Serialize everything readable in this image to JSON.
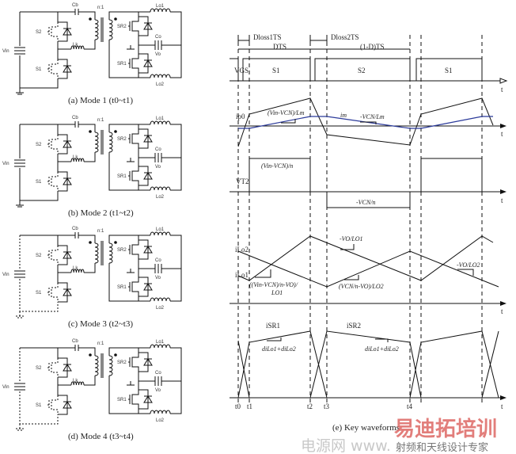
{
  "circuit_labels": {
    "cb": "Cb",
    "n": "n:1",
    "s1": "S1",
    "s2": "S2",
    "lk": "Lk",
    "sr1": "SR1",
    "sr2": "SR2",
    "lo1": "Lo1",
    "lo2": "Lo2",
    "co": "Co",
    "vo": "Vo",
    "vin": "Vin"
  },
  "modes": [
    {
      "caption": "(a) Mode 1 (t0~t1)"
    },
    {
      "caption": "(b) Mode 2 (t1~t2)"
    },
    {
      "caption": "(c) Mode 3 (t2~t3)"
    },
    {
      "caption": "(d) Mode 4 (t3~t4)"
    }
  ],
  "waveforms": {
    "caption": "(e) Key waveforms",
    "dloss1": "Dloss1TS",
    "dloss2": "Dloss2TS",
    "dts": "DTS",
    "one_minus_d": "(1-D)TS",
    "vgs_label": "VGS",
    "pulses": [
      "S1",
      "S2",
      "S1"
    ],
    "ip0_label": "ip0",
    "im_label": "im",
    "slope_rise": "(Vin-VCN)/Lm",
    "slope_fall": "-VCN/Lm",
    "vt2_label": "VT2",
    "vt2_pos": "(Vin-VCN)/n",
    "vt2_neg": "-VCN/n",
    "ilo2_label": "iLo2",
    "ilo1_label": "iLo1",
    "slope_lo1_neg": "-VO/LO1",
    "slope_lo2_neg": "-VO/LO2",
    "slope_lo1_pos_1": "((Vin-VCN)/n-VO)/",
    "slope_lo1_pos_2": "LO1",
    "slope_lo2_pos": "(VCN/n-VO)/LO2",
    "isr1_label": "iSR1",
    "isr2_label": "iSR2",
    "di_label": "diLo1+diLo2",
    "axis_t": "t",
    "time_labels": [
      "t0",
      "t1",
      "t2",
      "t3",
      "t4"
    ]
  },
  "watermark": {
    "brand": "易迪拓培训",
    "site": "电源网 www.",
    "slogan": "射频和天线设计专家"
  }
}
